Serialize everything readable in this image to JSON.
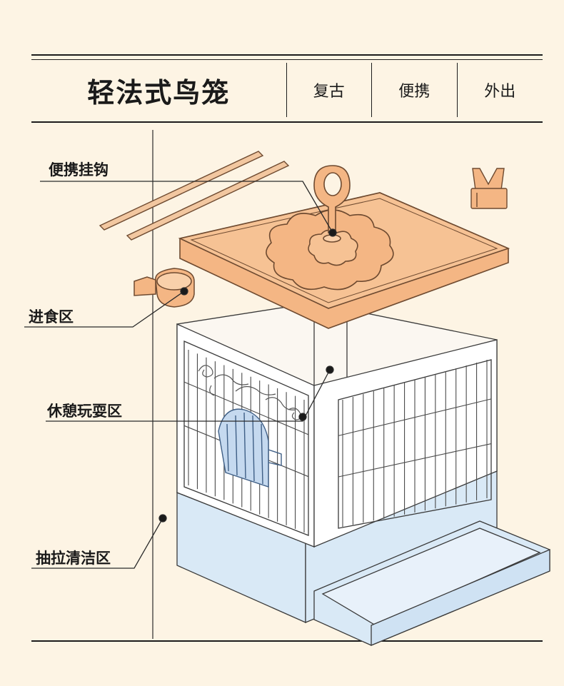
{
  "header": {
    "title": "轻法式鸟笼",
    "tags": [
      "复古",
      "便携",
      "外出"
    ]
  },
  "callouts": {
    "hook": "便携挂钩",
    "feeding": "进食区",
    "rest_play": "休憩玩耍区",
    "cleaning": "抽拉清洁区"
  },
  "colors": {
    "background": "#fdf4e4",
    "lid_orange": "#f4b684",
    "tray_blue": "#d9e9f6",
    "door_blue": "#c5d9ef",
    "outline": "#3a3a3a"
  }
}
